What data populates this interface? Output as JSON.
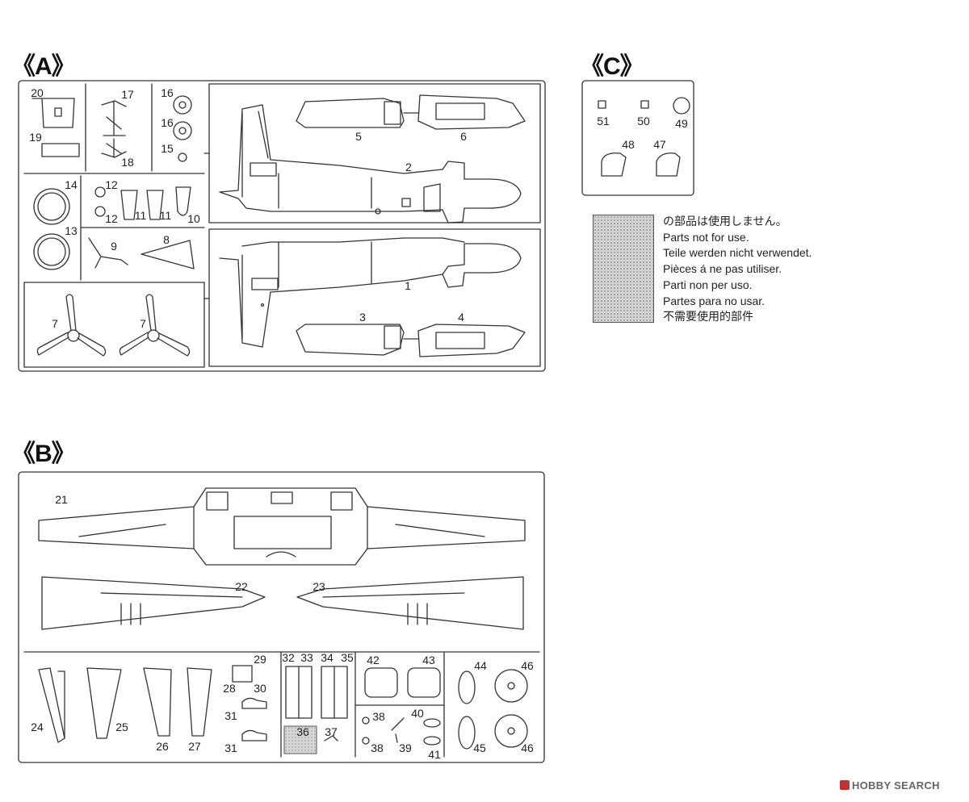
{
  "sections": {
    "a": {
      "label": "《A》"
    },
    "b": {
      "label": "《B》"
    },
    "c": {
      "label": "《C》"
    }
  },
  "parts": {
    "p1": "1",
    "p2": "2",
    "p3": "3",
    "p4": "4",
    "p5": "5",
    "p6": "6",
    "p7a": "7",
    "p7b": "7",
    "p8": "8",
    "p9": "9",
    "p10": "10",
    "p11a": "11",
    "p11b": "11",
    "p12a": "12",
    "p12b": "12",
    "p13": "13",
    "p14": "14",
    "p15": "15",
    "p16a": "16",
    "p16b": "16",
    "p17": "17",
    "p18": "18",
    "p19": "19",
    "p20": "20",
    "p21": "21",
    "p22": "22",
    "p23": "23",
    "p24": "24",
    "p25": "25",
    "p26": "26",
    "p27": "27",
    "p28": "28",
    "p29": "29",
    "p30": "30",
    "p31a": "31",
    "p31b": "31",
    "p32": "32",
    "p33": "33",
    "p34": "34",
    "p35": "35",
    "p36": "36",
    "p37": "37",
    "p38a": "38",
    "p38b": "38",
    "p39": "39",
    "p40": "40",
    "p41": "41",
    "p42": "42",
    "p43": "43",
    "p44": "44",
    "p45": "45",
    "p46a": "46",
    "p46b": "46",
    "p47": "47",
    "p48": "48",
    "p49": "49",
    "p50": "50",
    "p51": "51"
  },
  "note": {
    "lines": [
      "の部品は使用しません。",
      "Parts not for use.",
      "Teile werden nicht verwendet.",
      "Pièces á ne pas utiliser.",
      "Parti non per uso.",
      "Partes para no usar.",
      "不需要使用的部件"
    ]
  },
  "watermark": {
    "text": "HOBBY SEARCH"
  },
  "colors": {
    "line": "#333333",
    "unused_fill": "#d3d3d3"
  }
}
